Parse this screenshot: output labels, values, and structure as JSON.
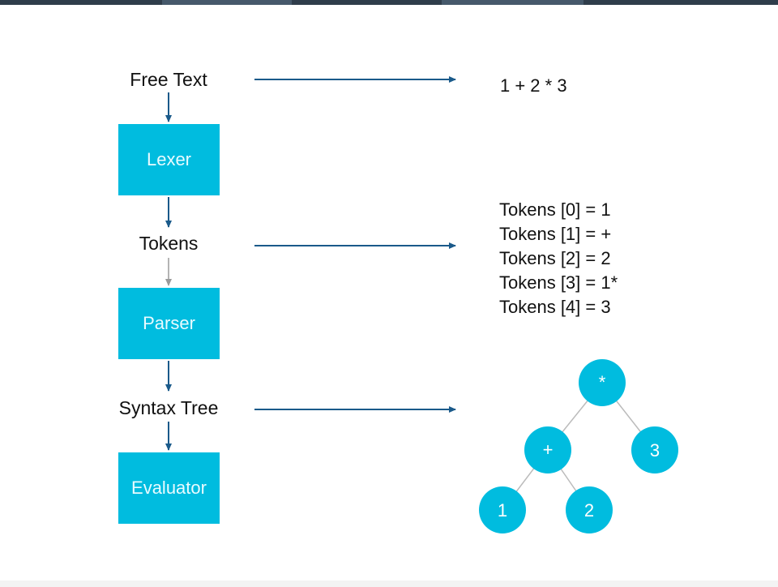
{
  "pipeline": {
    "free_text_label": "Free Text",
    "lexer_label": "Lexer",
    "tokens_label": "Tokens",
    "parser_label": "Parser",
    "syntax_tree_label": "Syntax Tree",
    "evaluator_label": "Evaluator"
  },
  "examples": {
    "expression": "1 + 2 * 3",
    "tokens": [
      "Tokens [0] = 1",
      "Tokens [1] = +",
      "Tokens [2] = 2",
      "Tokens [3] = 1*",
      "Tokens [4] = 3"
    ]
  },
  "syntax_tree": {
    "root": "*",
    "left": "+",
    "right": "3",
    "left_left": "1",
    "left_right": "2"
  },
  "colors": {
    "box_fill": "#00bcdf",
    "arrow": "#1a5a8a",
    "tree_edge": "#bbbbbb"
  }
}
